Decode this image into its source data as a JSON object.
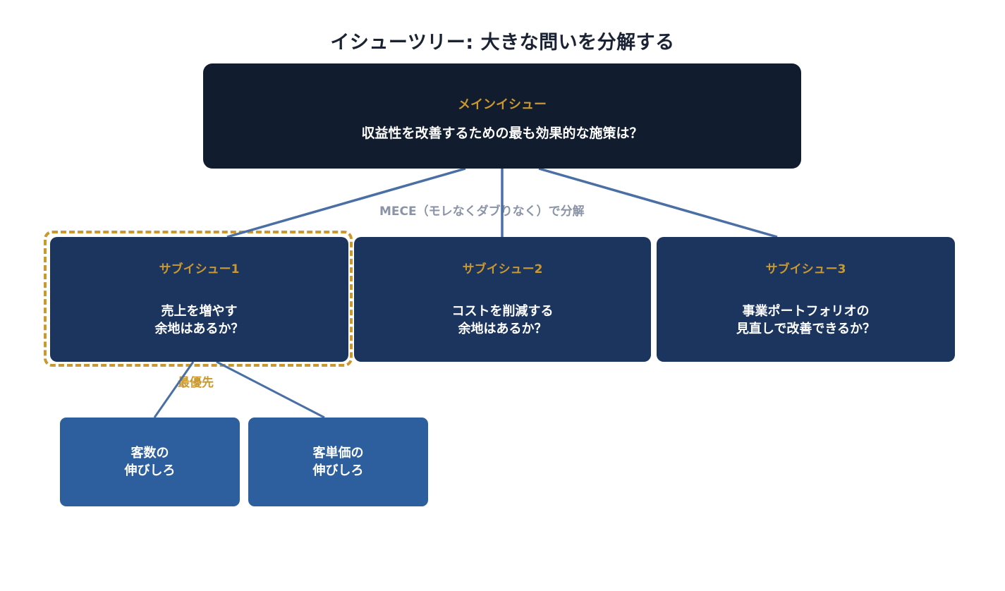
{
  "title": "イシューツリー: 大きな問いを分解する",
  "main_issue": {
    "label": "メインイシュー",
    "question": "収益性を改善するための最も効果的な施策は？"
  },
  "decomposition_note": "MECE（モレなくダブりなく）で分解",
  "sub_issues": [
    {
      "label": "サブイシュー1",
      "question": "売上を増やす\n余地はあるか？",
      "highlighted": true
    },
    {
      "label": "サブイシュー2",
      "question": "コストを削減する\n余地はあるか？",
      "highlighted": false
    },
    {
      "label": "サブイシュー3",
      "question": "事業ポートフォリオの\n見直しで改善できるか？",
      "highlighted": false
    }
  ],
  "priority_label": "最優先",
  "child_issues": [
    {
      "text": "客数の\n伸びしろ"
    },
    {
      "text": "客単価の\n伸びしろ"
    }
  ],
  "colors": {
    "main_bg": "#111c2e",
    "sub_bg": "#1b355f",
    "child_bg": "#2d5f9e",
    "accent_gold": "#c9982f",
    "connector": "#4a6fa5",
    "note_gray": "#8a94a6",
    "title": "#1a2233"
  }
}
